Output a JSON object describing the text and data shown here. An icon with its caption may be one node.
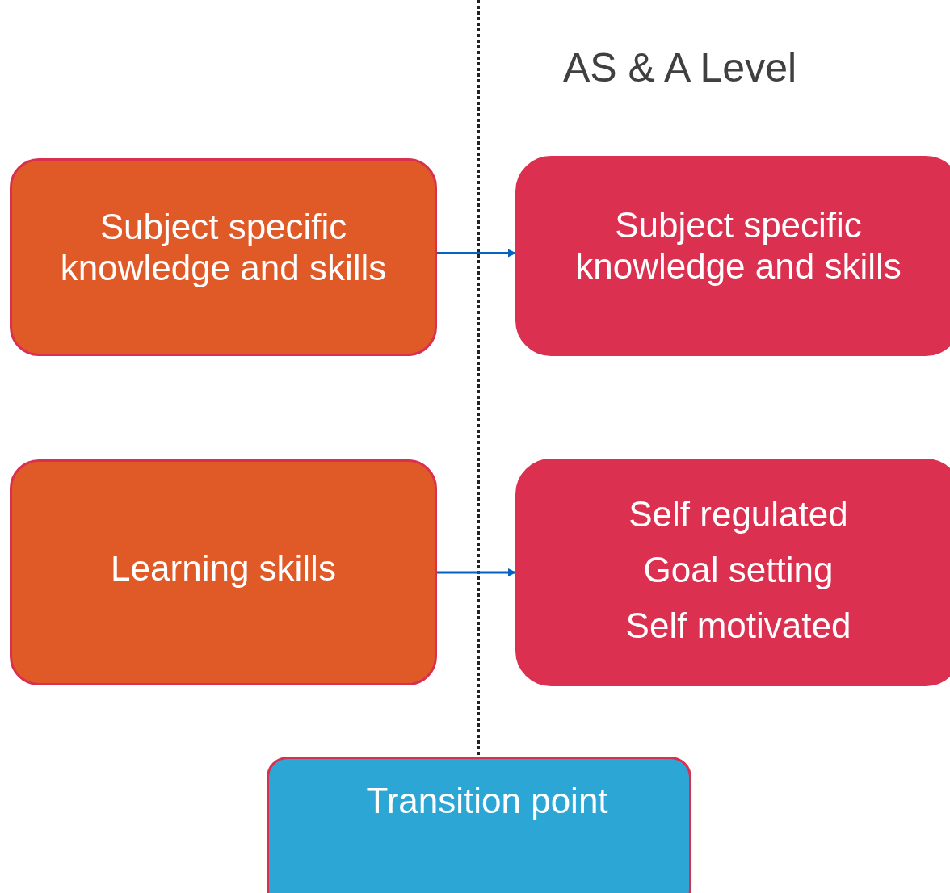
{
  "diagram": {
    "nodes": [
      {
        "text": [
          "Subject specific knowledge and skills"
        ]
      },
      {
        "text": [
          "Subject specific knowledge and skills"
        ]
      },
      {
        "text": [
          "Learning skills"
        ]
      },
      {
        "text": [
          "Self regulated",
          "Goal setting",
          "Self motivated"
        ]
      },
      {
        "text": [
          "Transition point"
        ]
      }
    ],
    "edges": [
      {
        "from": 0,
        "to": 1,
        "arrow": "to"
      },
      {
        "from": 2,
        "to": 3,
        "arrow": "to"
      }
    ],
    "labels": [
      "AS & A Level"
    ]
  }
}
